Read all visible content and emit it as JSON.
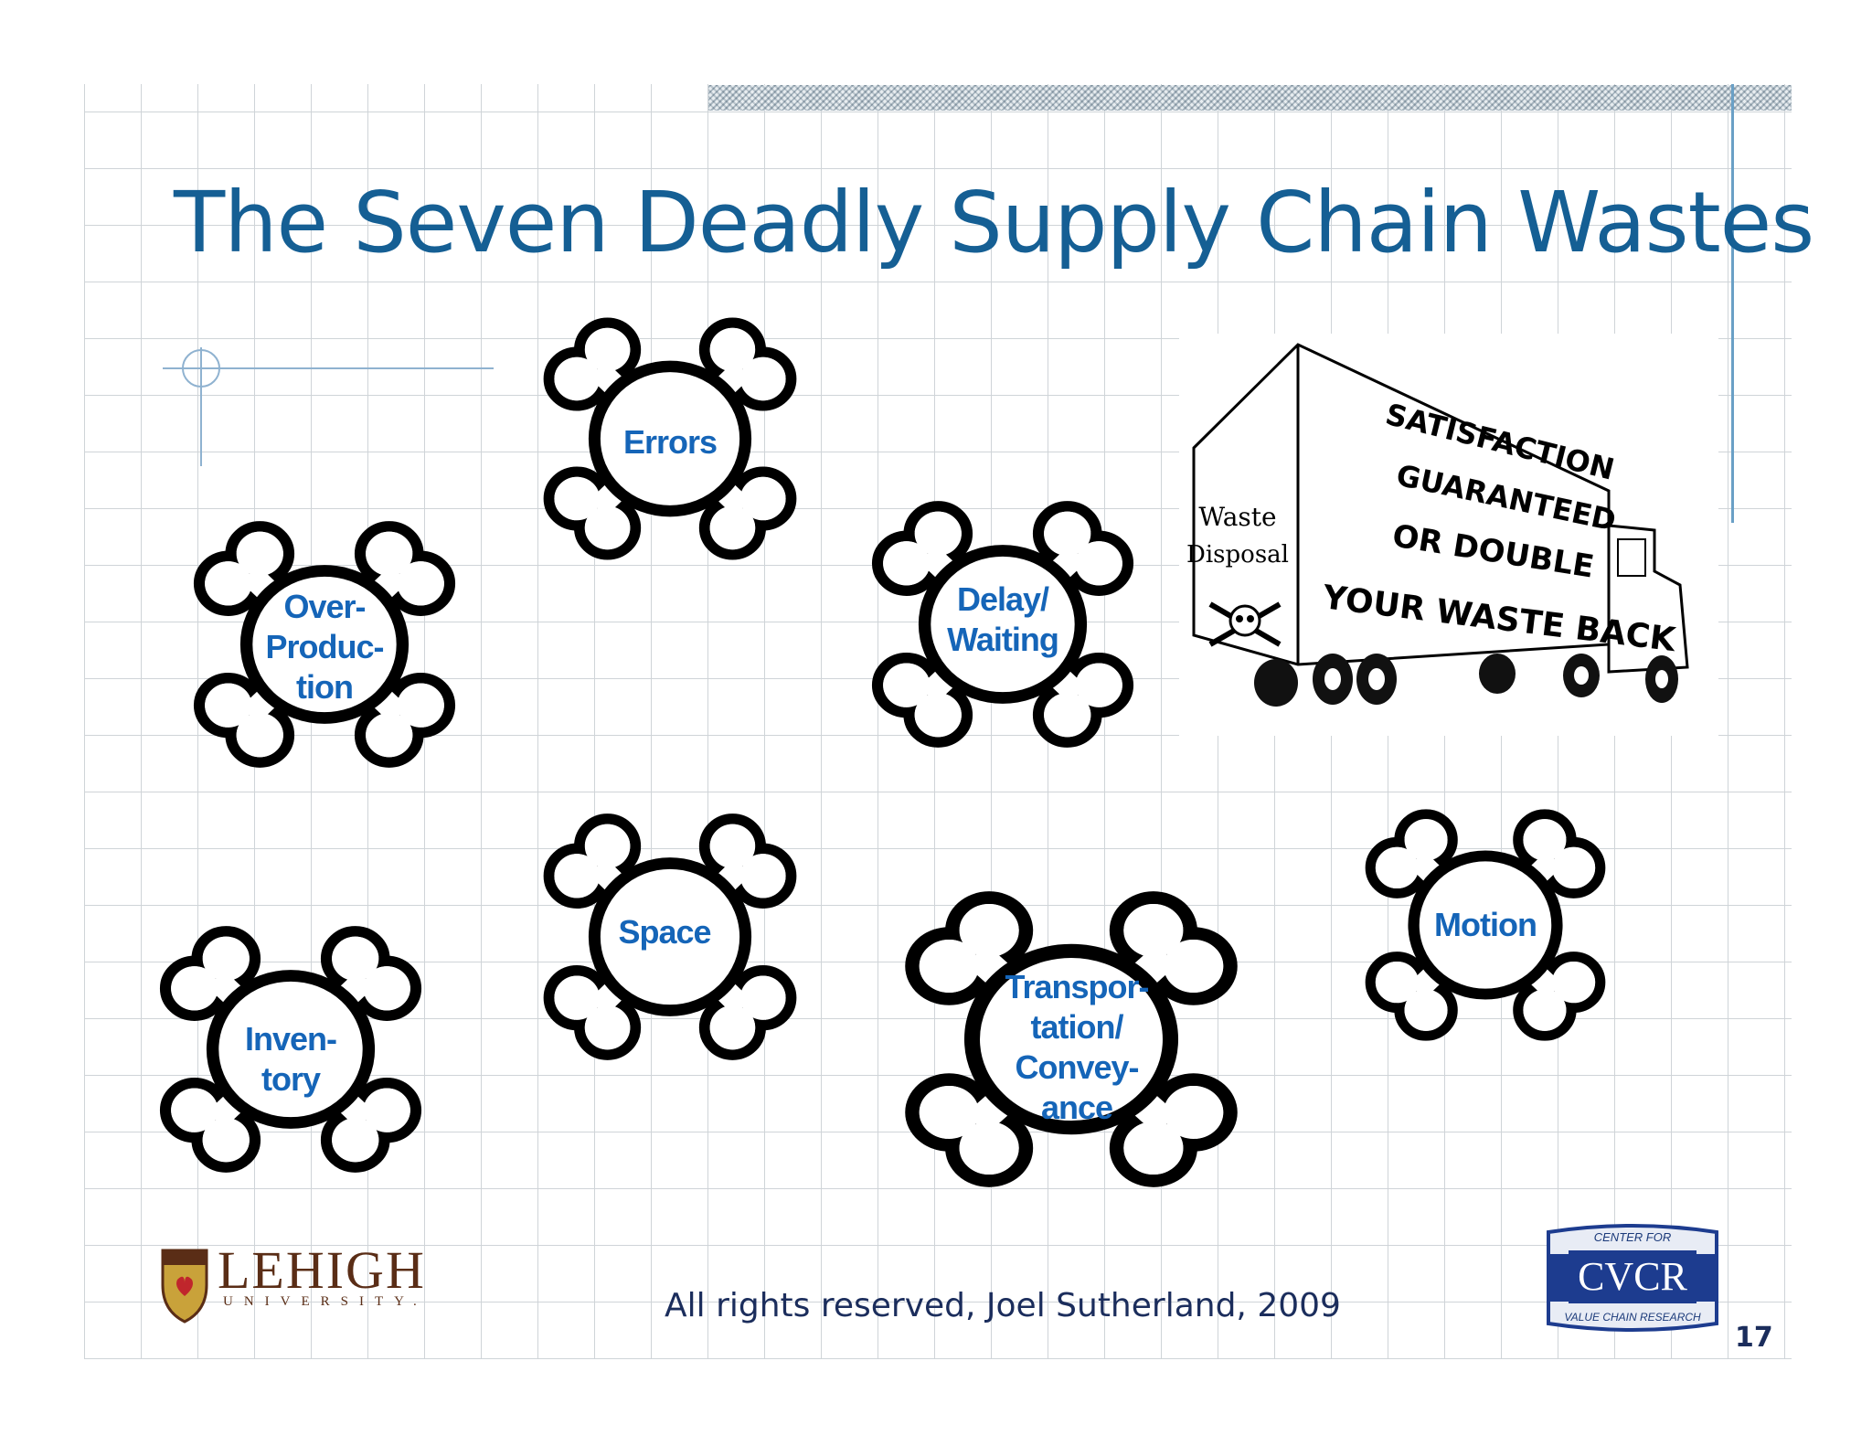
{
  "slide": {
    "title": "The Seven Deadly Supply Chain Wastes",
    "footer": "All rights reserved, Joel Sutherland, 2009",
    "page_number": "17"
  },
  "wastes": [
    {
      "id": "errors",
      "label": "Errors"
    },
    {
      "id": "overproduction",
      "label": "Over-\nProduc-\ntion"
    },
    {
      "id": "delay",
      "label": "Delay/\nWaiting"
    },
    {
      "id": "space",
      "label": "Space"
    },
    {
      "id": "inventory",
      "label": "Inven-\ntory"
    },
    {
      "id": "transportation",
      "label": "Transpor-\ntation/\nConvey-\nance"
    },
    {
      "id": "motion",
      "label": "Motion"
    }
  ],
  "truck": {
    "side_text": [
      "SATISFACTION",
      "GUARANTEED",
      "OR DOUBLE",
      "YOUR WASTE BACK"
    ],
    "door_text": [
      "Waste",
      "Disposal"
    ]
  },
  "logos": {
    "lehigh_name": "LEHIGH",
    "lehigh_sub": "UNIVERSITY.",
    "cvcr_top": "CENTER FOR",
    "cvcr_main": "CVCR",
    "cvcr_bottom": "VALUE CHAIN RESEARCH"
  },
  "colors": {
    "title": "#155f94",
    "waste_label": "#1565b8",
    "footer": "#1b2d5c"
  }
}
